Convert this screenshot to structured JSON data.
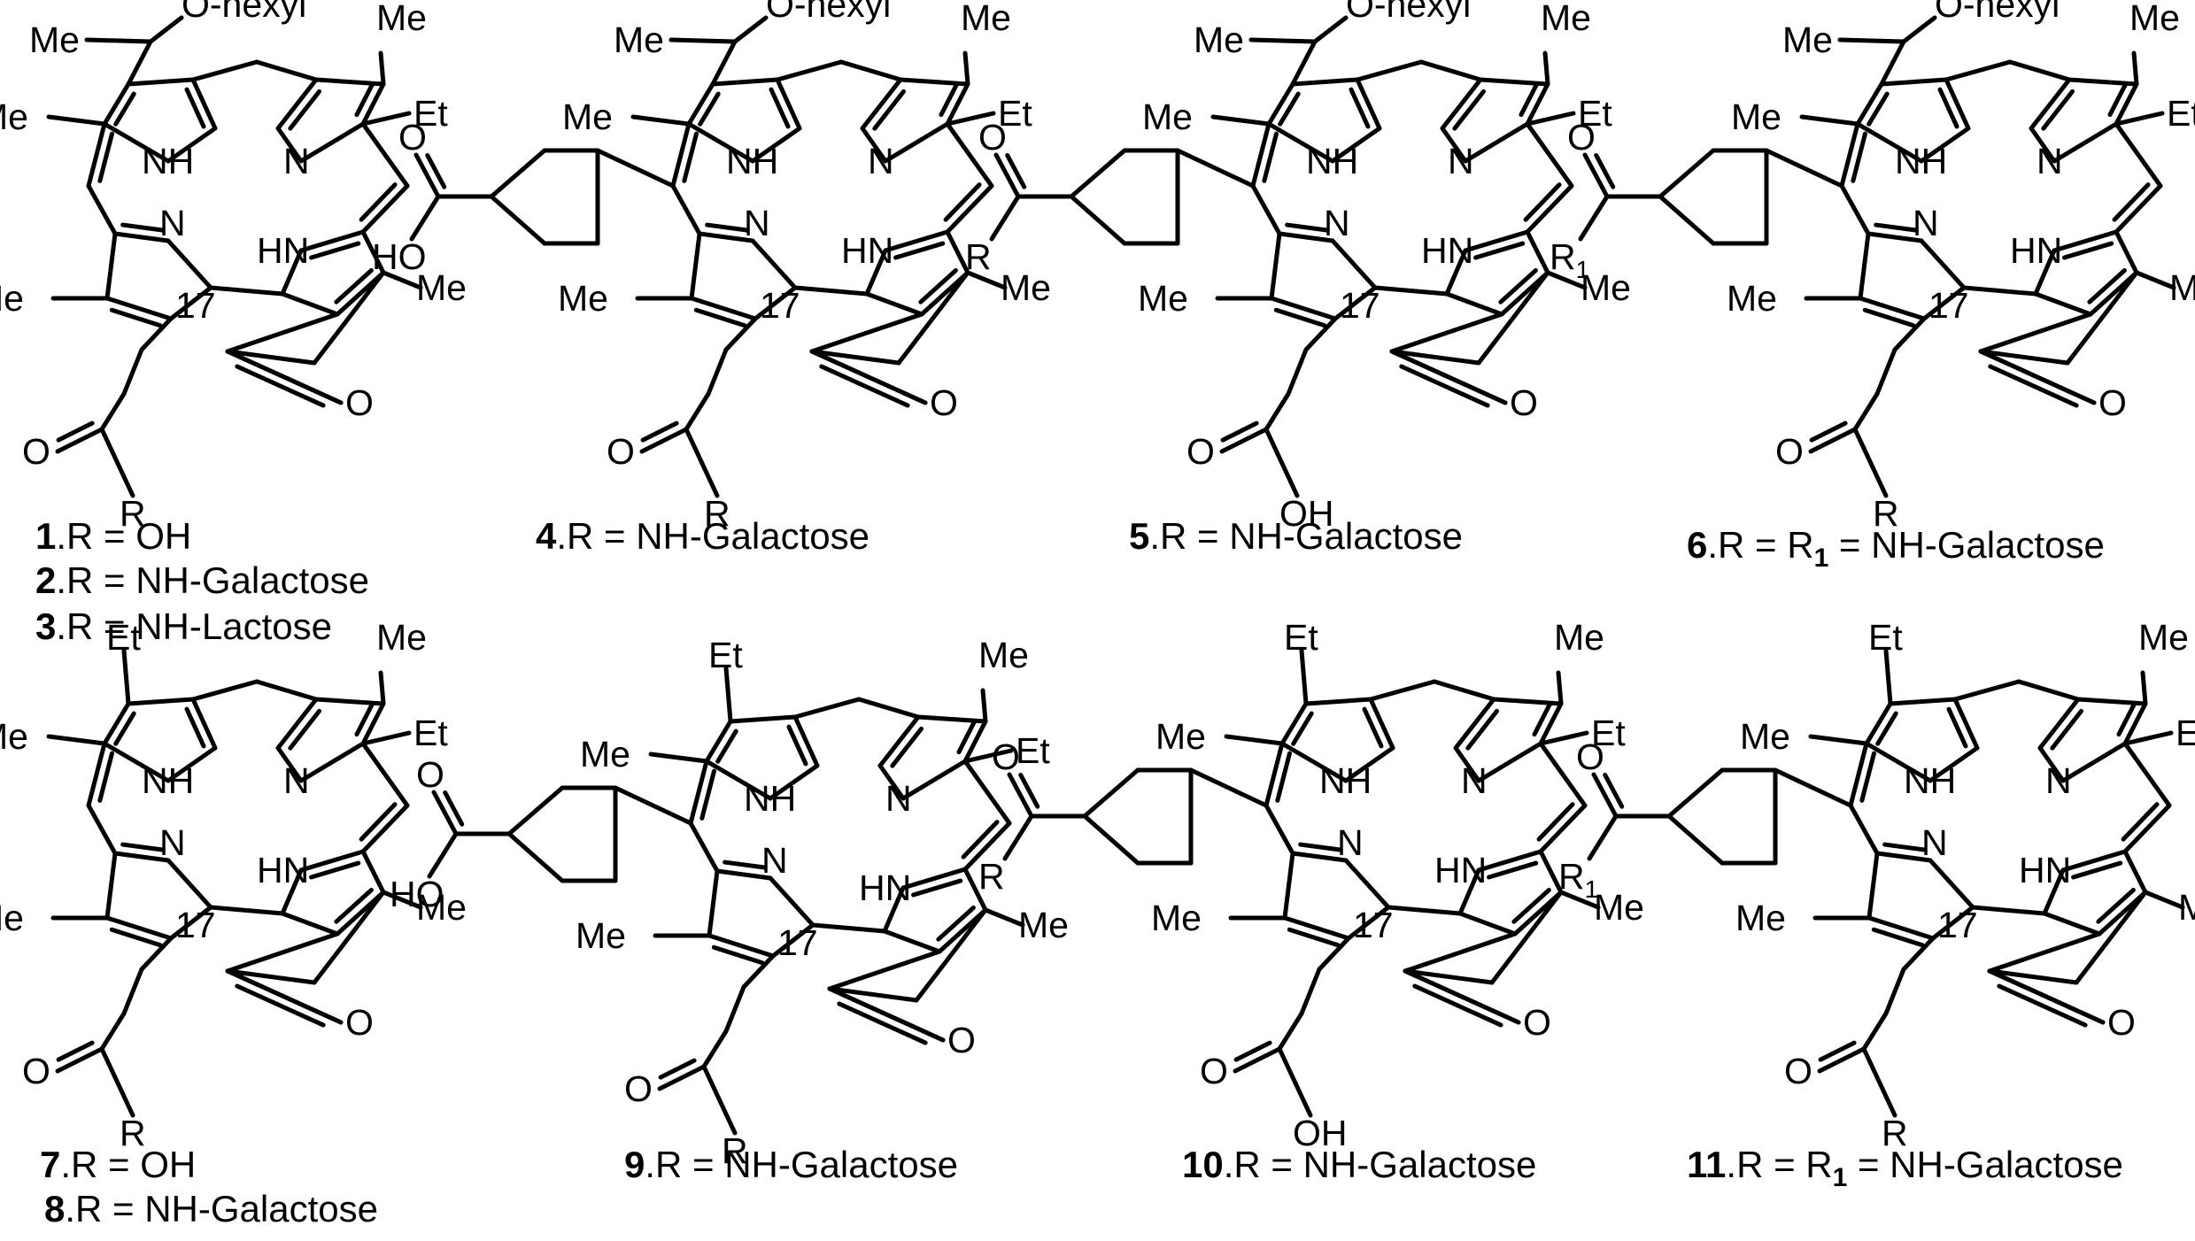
{
  "labels": {
    "o_hexyl": "O-hexyl",
    "me": "Me",
    "et": "Et",
    "nh": "NH",
    "hn": "HN",
    "n": "N",
    "o": "O",
    "oh": "OH",
    "ho": "HO",
    "r": "R",
    "r1_letter": "R",
    "r1_sub": "1",
    "pos17": "17"
  },
  "captions": [
    {
      "num": "1",
      "text": ".R = OH"
    },
    {
      "num": "2",
      "text": ".R = NH-Galactose"
    },
    {
      "num": "3",
      "text": ".R = NH-Lactose"
    },
    {
      "num": "4",
      "text": ".R = NH-Galactose"
    },
    {
      "num": "5",
      "text": ".R = NH-Galactose"
    },
    {
      "num": "6",
      "pre": ".R = R",
      "sub": "1",
      "post": " = NH-Galactose"
    },
    {
      "num": "7",
      "text": ".R = OH"
    },
    {
      "num": "8",
      "text": ".R = NH-Galactose"
    },
    {
      "num": "9",
      "text": ".R = NH-Galactose"
    },
    {
      "num": "10",
      "text": ".R = NH-Galactose"
    },
    {
      "num": "11",
      "pre": ".R = R",
      "sub": "1",
      "post": " = NH-Galactose"
    }
  ]
}
